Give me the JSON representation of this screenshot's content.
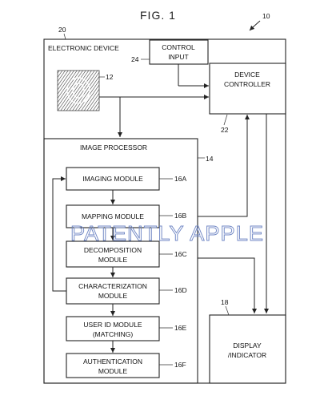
{
  "figure_title": "FIG. 1",
  "refs": {
    "system": "10",
    "electronic_device": "20",
    "fingerprint": "12",
    "control_input": "24",
    "device_controller": "22",
    "image_processor": "14",
    "imaging": "16A",
    "mapping": "16B",
    "decomposition": "16C",
    "characterization": "16D",
    "user_id": "16E",
    "authentication": "16F",
    "display": "18"
  },
  "labels": {
    "electronic_device": "ELECTRONIC DEVICE",
    "control_input": [
      "CONTROL",
      "INPUT"
    ],
    "device_controller": [
      "DEVICE",
      "CONTROLLER"
    ],
    "image_processor": "IMAGE PROCESSOR",
    "imaging": [
      "IMAGING MODULE"
    ],
    "mapping": [
      "MAPPING MODULE"
    ],
    "decomposition": [
      "DECOMPOSITION",
      "MODULE"
    ],
    "characterization": [
      "CHARACTERIZATION",
      "MODULE"
    ],
    "user_id": [
      "USER ID MODULE",
      "(MATCHING)"
    ],
    "authentication": [
      "AUTHENTICATION",
      "MODULE"
    ],
    "display": [
      "DISPLAY",
      "/INDICATOR"
    ]
  },
  "watermark": "PATENTLY APPLE",
  "colors": {
    "line": "#222222",
    "watermark": "#6f86c4",
    "background": "#ffffff"
  }
}
